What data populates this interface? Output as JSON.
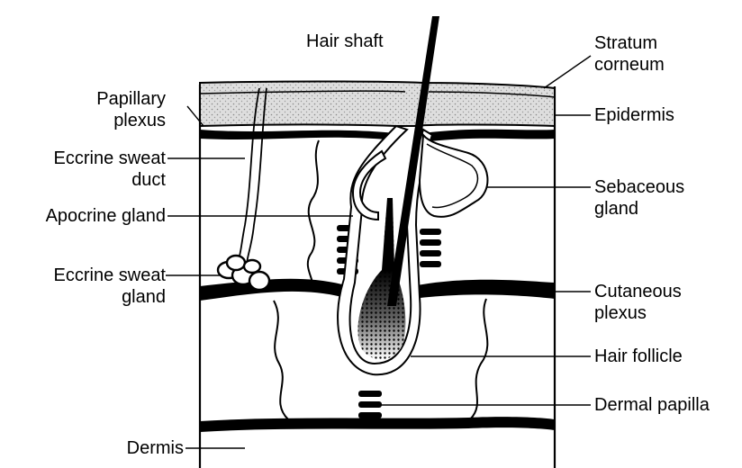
{
  "diagram": {
    "colors": {
      "ink": "#000000",
      "paper": "#ffffff",
      "stipple": "#d0d0d0"
    },
    "labels": {
      "hair_shaft": "Hair shaft",
      "stratum_corneum": [
        "Stratum",
        "corneum"
      ],
      "epidermis": "Epidermis",
      "papillary_plexus": [
        "Papillary",
        "plexus"
      ],
      "eccrine_sweat_duct": [
        "Eccrine sweat",
        "duct"
      ],
      "apocrine_gland": "Apocrine gland",
      "sebaceous_gland": [
        "Sebaceous",
        "gland"
      ],
      "eccrine_sweat_gland": [
        "Eccrine sweat",
        "gland"
      ],
      "cutaneous_plexus": [
        "Cutaneous",
        "plexus"
      ],
      "hair_follicle": "Hair follicle",
      "dermal_papilla": "Dermal papilla",
      "dermis": "Dermis"
    }
  }
}
